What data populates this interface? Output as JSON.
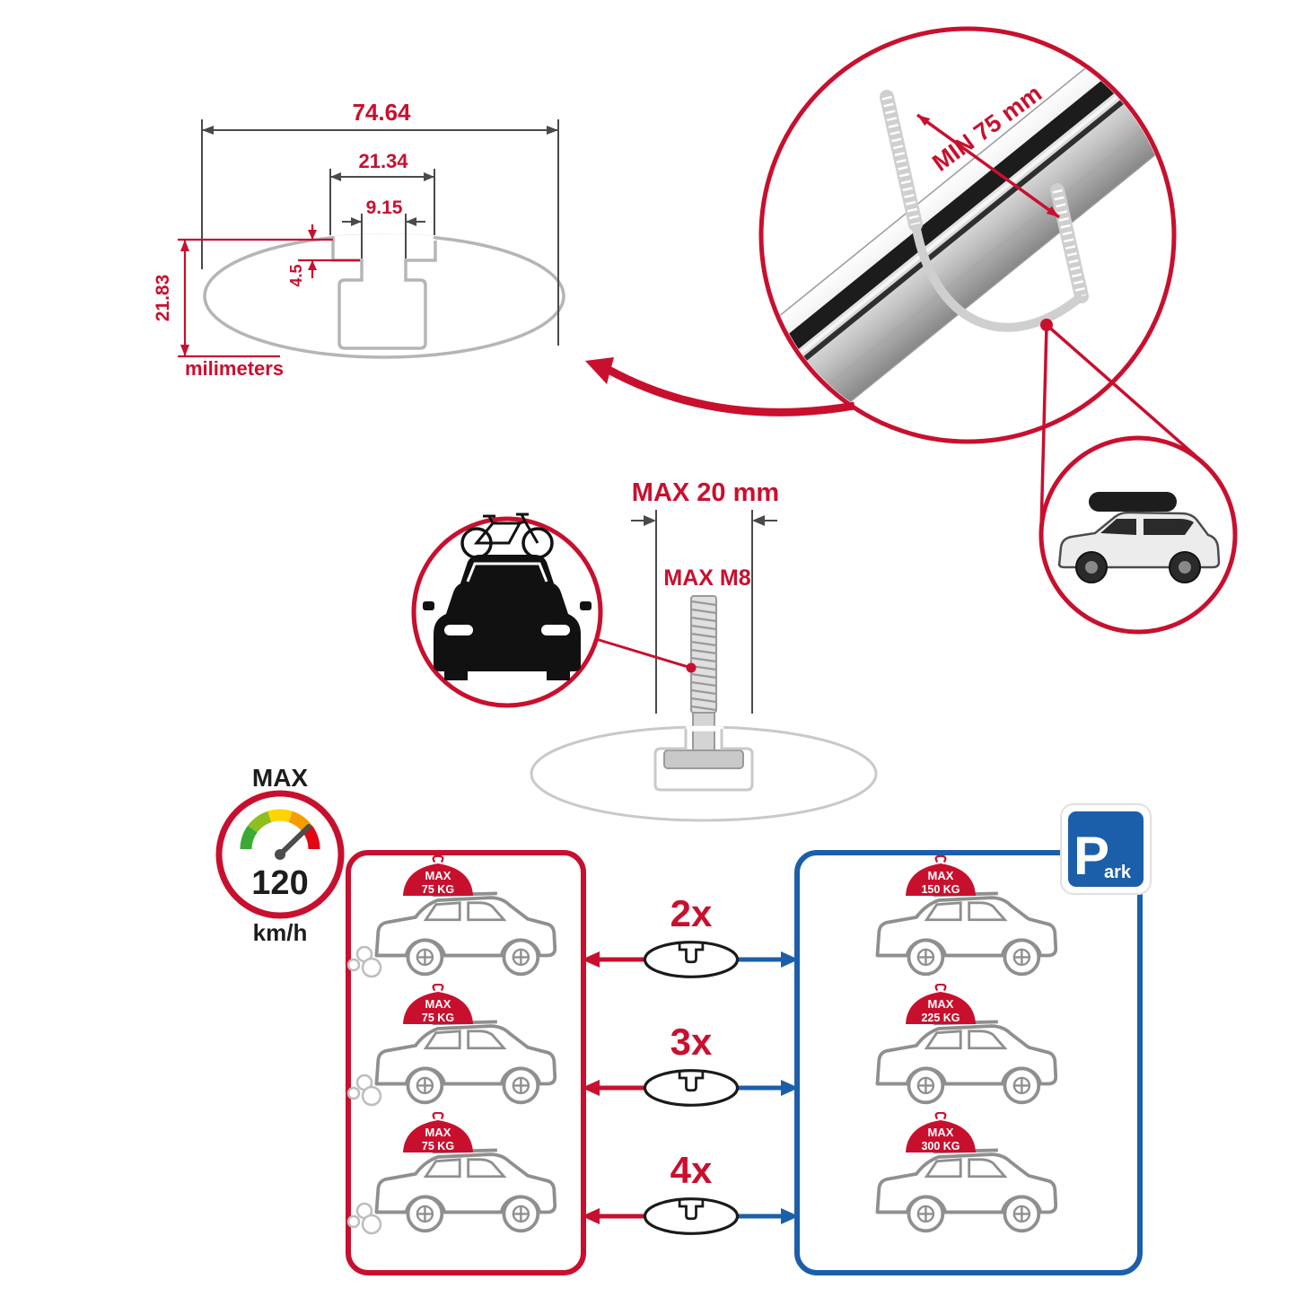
{
  "colors": {
    "red": "#c8102e",
    "blue": "#1b5faa",
    "gray": "#b5b5b5",
    "dark": "#1d1d1d"
  },
  "profile_dimensions": {
    "total_width": "74.64",
    "channel_width": "21.34",
    "slot_width": "9.15",
    "step_depth": "4.5",
    "total_height": "21.83",
    "units": "milimeters"
  },
  "clamp_detail": {
    "min_gap": "MIN 75 mm"
  },
  "bolt_detail": {
    "max_length": "MAX 20 mm",
    "max_thread": "MAX M8"
  },
  "speed": {
    "label": "MAX",
    "value": "120",
    "units": "km/h"
  },
  "parking": {
    "p": "P",
    "ark": "ark"
  },
  "capacity": {
    "multipliers": [
      "2x",
      "3x",
      "4x"
    ],
    "left_cars": [
      {
        "max": "MAX",
        "weight": "75 KG"
      },
      {
        "max": "MAX",
        "weight": "75 KG"
      },
      {
        "max": "MAX",
        "weight": "75 KG"
      }
    ],
    "right_cars": [
      {
        "max": "MAX",
        "weight": "150 KG"
      },
      {
        "max": "MAX",
        "weight": "225 KG"
      },
      {
        "max": "MAX",
        "weight": "300 KG"
      }
    ]
  }
}
